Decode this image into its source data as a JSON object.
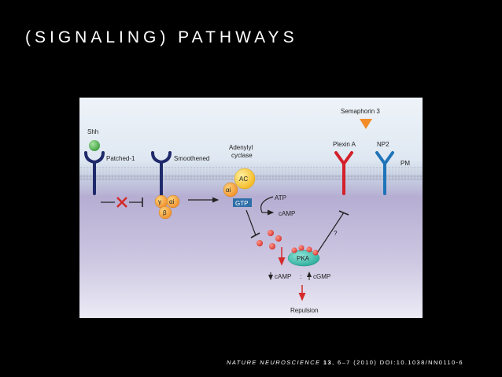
{
  "slide": {
    "title": "(SIGNALING) PATHWAYS",
    "citation": {
      "journal": "NATURE NEUROSCIENCE",
      "volume": "13",
      "rest": ", 6–7 (2010) DOI:10.1038/NN0110-6"
    }
  },
  "diagram": {
    "labels": {
      "shh": "Shh",
      "patched": "Patched-1",
      "smoothened": "Smoothened",
      "adenylyl": "Adenylyl",
      "cyclase": "cyclase",
      "semaphorin": "Semaphorin 3",
      "plexin": "Plexin A",
      "np2": "NP2",
      "pm": "PM",
      "ac": "AC",
      "gamma": "γ",
      "alpha_i": "αi",
      "beta": "β",
      "alpha_i2": "αi",
      "gtp": "GTP",
      "atp": "ATP",
      "camp": "cAMP",
      "question": "?",
      "pka": "PKA",
      "camp2": "cAMP",
      "colon": ":",
      "cgmp": "cGMP",
      "repulsion": "Repulsion"
    },
    "colors": {
      "receptor_navy": "#1f2a6b",
      "plexin_red": "#d4202a",
      "np2_blue": "#1e74b8",
      "shh_green": "#5cb85c",
      "g_protein_orange": "#f3a43c",
      "ac_yellow": "#f8c530",
      "gtp_blue": "#2f6fa8",
      "pka_teal": "#2fb5a5",
      "camp_red": "#e0403c",
      "semaphorin_orange": "#f28c28",
      "arrow_red": "#d42a2a"
    }
  }
}
